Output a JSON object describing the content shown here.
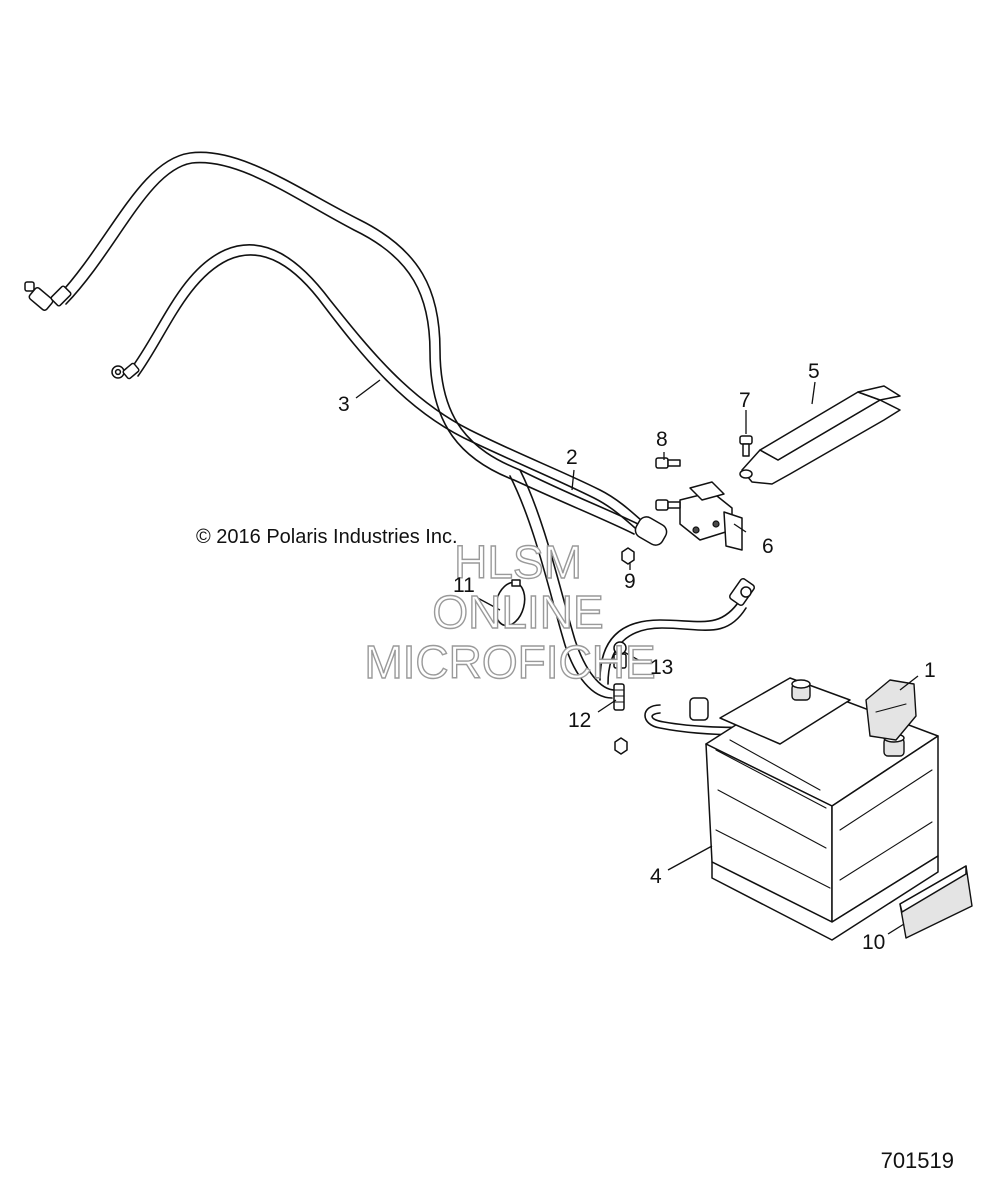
{
  "copyright": "© 2016 Polaris Industries Inc.",
  "figure_number": "701519",
  "watermark": [
    "HLSM",
    "ONLINE",
    "MICROFICHE"
  ],
  "callouts": [
    "1",
    "2",
    "3",
    "4",
    "5",
    "6",
    "7",
    "8",
    "9",
    "10",
    "11",
    "12",
    "13"
  ]
}
